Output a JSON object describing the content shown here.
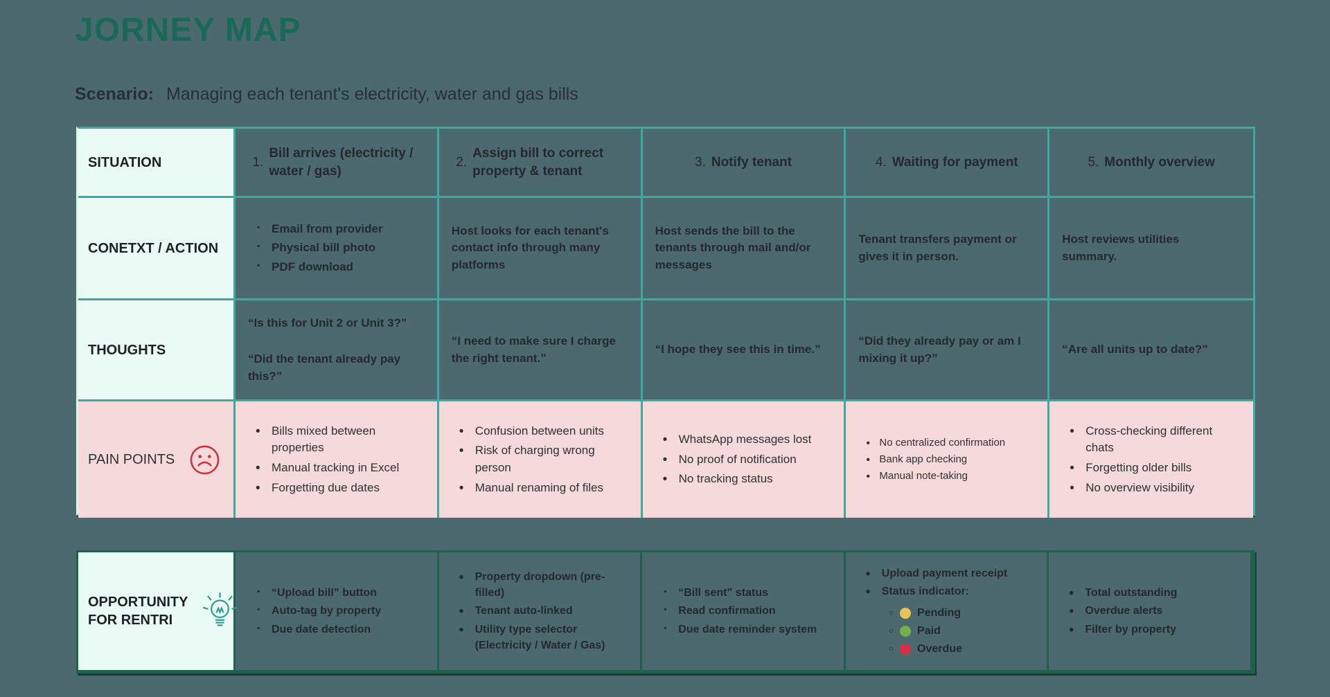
{
  "title": "JORNEY MAP",
  "scenario": {
    "label": "Scenario:",
    "text": "Managing each tenant's electricity, water and gas bills"
  },
  "colors": {
    "background": "#4d6970",
    "title": "#186a56",
    "journey_border": "#3cab9b",
    "opportunity_border": "#20604e",
    "label_cell_bg": "#e9fbf4",
    "pain_cell_bg": "#f6d9da",
    "sad_face_icon": "#d3303e",
    "lightbulb_icon": "#2a9d8f",
    "status_pending": "#e9c353",
    "status_paid": "#74b04c",
    "status_overdue": "#d62f45"
  },
  "journey_table": {
    "situation": {
      "label": "SITUATION",
      "columns": [
        {
          "number": "1.",
          "title": "Bill arrives (electricity / water / gas)"
        },
        {
          "number": "2.",
          "title": "Assign bill to correct property & tenant"
        },
        {
          "number": "3.",
          "title": "Notify tenant"
        },
        {
          "number": "4.",
          "title": "Waiting for payment"
        },
        {
          "number": "5.",
          "title": "Monthly overview"
        }
      ]
    },
    "context_action": {
      "label": "CONETXT / ACTION",
      "col1_bullets": [
        "Email from provider",
        "Physical bill photo",
        "PDF download"
      ],
      "col2_text": "Host looks for each tenant's contact info through many platforms",
      "col3_text": "Host sends the bill to the tenants through mail and/or messages",
      "col4_text": "Tenant transfers payment or gives it in person.",
      "col5_text": "Host reviews utilities summary."
    },
    "thoughts": {
      "label": "THOUGHTS",
      "col1_quotes": [
        "“Is this for Unit 2 or Unit 3?”",
        "“Did the tenant already pay this?”"
      ],
      "col2_quote": "“I need to make sure I charge the right tenant.”",
      "col3_quote": "“I hope they see this in time.”",
      "col4_quote": "“Did they already pay or am I mixing it up?”",
      "col5_quote": "“Are all units up to date?”"
    },
    "pain_points": {
      "label": "PAIN POINTS",
      "icon": "sad-face-icon",
      "col1": [
        "Bills mixed between properties",
        "Manual tracking in Excel",
        "Forgetting due dates"
      ],
      "col2": [
        "Confusion between units",
        "Risk of charging wrong person",
        "Manual renaming of files"
      ],
      "col3": [
        "WhatsApp messages lost",
        "No proof of notification",
        "No tracking status"
      ],
      "col4": [
        "No centralized confirmation",
        "Bank app checking",
        "Manual note-taking"
      ],
      "col5": [
        "Cross-checking different chats",
        "Forgetting older bills",
        "No overview visibility"
      ]
    }
  },
  "opportunity_table": {
    "label": "OPPORTUNITY FOR RENTRI",
    "icon": "lightbulb-icon",
    "col1": [
      "“Upload bill” button",
      "Auto-tag by property",
      "Due date detection"
    ],
    "col2": [
      "Property dropdown (pre-filled)",
      "Tenant auto-linked",
      "Utility type selector (Electricity / Water / Gas)"
    ],
    "col3": [
      "“Bill sent” status",
      "Read confirmation",
      "Due date reminder system"
    ],
    "col4_items": [
      "Upload payment receipt",
      "Status indicator:"
    ],
    "col4_statuses": [
      {
        "label": "Pending",
        "color": "#e9c353"
      },
      {
        "label": "Paid",
        "color": "#74b04c"
      },
      {
        "label": "Overdue",
        "color": "#d62f45"
      }
    ],
    "col5": [
      "Total outstanding",
      "Overdue alerts",
      "Filter by property"
    ]
  }
}
